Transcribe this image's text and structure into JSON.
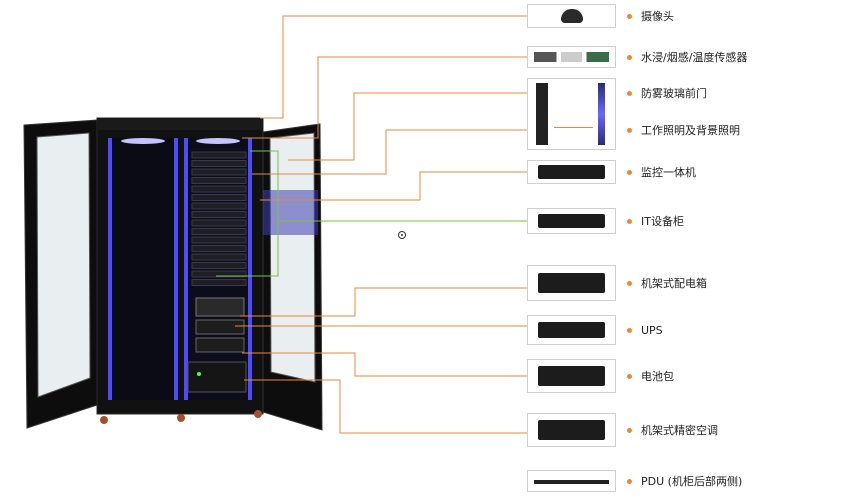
{
  "components": [
    {
      "id": "camera",
      "label": "摄像头",
      "icon": "dome-camera-icon"
    },
    {
      "id": "sensors",
      "label": "水浸/烟感/温度传感器",
      "icon": "sensor-set-icon"
    },
    {
      "id": "door",
      "label": "防雾玻璃前门",
      "icon": "glass-door-icon"
    },
    {
      "id": "lighting",
      "label": "工作照明及背景照明",
      "icon": "light-strip-icon"
    },
    {
      "id": "monitor",
      "label": "监控一体机",
      "icon": "touch-panel-icon"
    },
    {
      "id": "it_cabinet",
      "label": "IT设备柜",
      "icon": "rack-server-icon"
    },
    {
      "id": "pdu_box",
      "label": "机架式配电箱",
      "icon": "power-distribution-box-icon"
    },
    {
      "id": "ups",
      "label": "UPS",
      "icon": "ups-icon"
    },
    {
      "id": "battery",
      "label": "电池包",
      "icon": "battery-pack-icon"
    },
    {
      "id": "ac",
      "label": "机架式精密空调",
      "icon": "rack-ac-icon"
    },
    {
      "id": "pdu",
      "label": "PDU (机柜后部两侧)",
      "icon": "pdu-strip-icon"
    }
  ],
  "colors": {
    "line_orange": "#e8893a",
    "line_green": "#7ac043",
    "bullet": "#e8893a",
    "cabinet": "#111111",
    "glow": "#6b5cff"
  }
}
